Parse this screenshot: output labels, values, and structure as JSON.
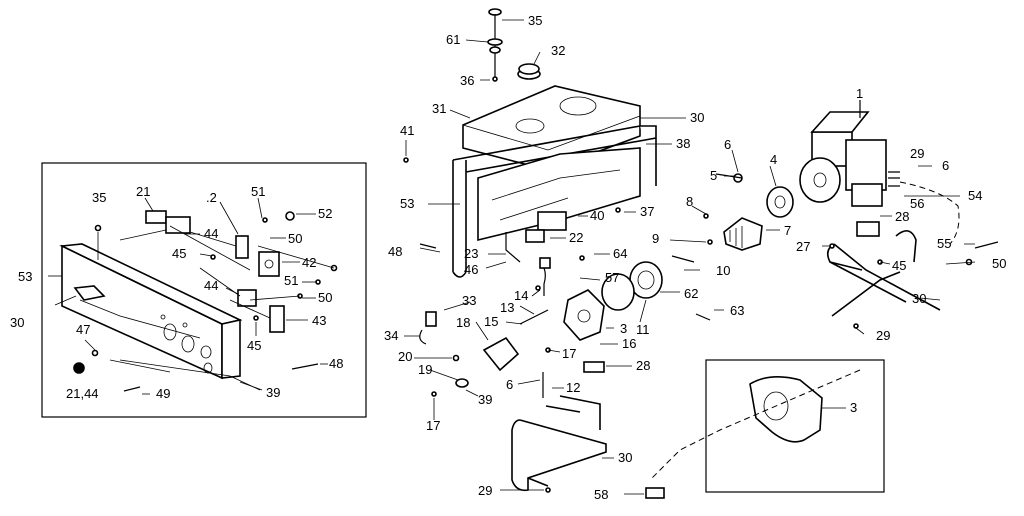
{
  "labels": [
    {
      "id": "35-top",
      "text": "35"
    },
    {
      "id": "61",
      "text": "61"
    },
    {
      "id": "32",
      "text": "32"
    },
    {
      "id": "36",
      "text": "36"
    },
    {
      "id": "31",
      "text": "31"
    },
    {
      "id": "30-top",
      "text": "30"
    },
    {
      "id": "41",
      "text": "41"
    },
    {
      "id": "38",
      "text": "38"
    },
    {
      "id": "6-a",
      "text": "6"
    },
    {
      "id": "4",
      "text": "4"
    },
    {
      "id": "1",
      "text": "1"
    },
    {
      "id": "29-top",
      "text": "29"
    },
    {
      "id": "6-b",
      "text": "6"
    },
    {
      "id": "5",
      "text": "5"
    },
    {
      "id": "53-mid",
      "text": "53"
    },
    {
      "id": "8",
      "text": "8"
    },
    {
      "id": "56",
      "text": "56"
    },
    {
      "id": "54",
      "text": "54"
    },
    {
      "id": "37",
      "text": "37"
    },
    {
      "id": "40",
      "text": "40"
    },
    {
      "id": "28-top",
      "text": "28"
    },
    {
      "id": "7",
      "text": "7"
    },
    {
      "id": "22",
      "text": "22"
    },
    {
      "id": "48-mid",
      "text": "48"
    },
    {
      "id": "23",
      "text": "23"
    },
    {
      "id": "9",
      "text": "9"
    },
    {
      "id": "64",
      "text": "64"
    },
    {
      "id": "27",
      "text": "27"
    },
    {
      "id": "55",
      "text": "55"
    },
    {
      "id": "46",
      "text": "46"
    },
    {
      "id": "45-right",
      "text": "45"
    },
    {
      "id": "50-right",
      "text": "50"
    },
    {
      "id": "10",
      "text": "10"
    },
    {
      "id": "57",
      "text": "57"
    },
    {
      "id": "14",
      "text": "14"
    },
    {
      "id": "62",
      "text": "62"
    },
    {
      "id": "30-right",
      "text": "30"
    },
    {
      "id": "33",
      "text": "33"
    },
    {
      "id": "13",
      "text": "13"
    },
    {
      "id": "63",
      "text": "63"
    },
    {
      "id": "11",
      "text": "11"
    },
    {
      "id": "15",
      "text": "15"
    },
    {
      "id": "3-mid",
      "text": "3"
    },
    {
      "id": "29-right",
      "text": "29"
    },
    {
      "id": "34",
      "text": "34"
    },
    {
      "id": "18",
      "text": "18"
    },
    {
      "id": "16",
      "text": "16"
    },
    {
      "id": "20",
      "text": "20"
    },
    {
      "id": "17-a",
      "text": "17"
    },
    {
      "id": "28-mid",
      "text": "28"
    },
    {
      "id": "19",
      "text": "19"
    },
    {
      "id": "6-c",
      "text": "6"
    },
    {
      "id": "12",
      "text": "12"
    },
    {
      "id": "39-mid",
      "text": "39"
    },
    {
      "id": "17-b",
      "text": "17"
    },
    {
      "id": "30-bottom",
      "text": "30"
    },
    {
      "id": "29-bottom",
      "text": "29"
    },
    {
      "id": "58",
      "text": "58"
    },
    {
      "id": "3-inset",
      "text": "3"
    },
    {
      "id": "21",
      "text": "21"
    },
    {
      "id": "35-left",
      "text": "35"
    },
    {
      "id": "2",
      "text": ".2"
    },
    {
      "id": "51-a",
      "text": "51"
    },
    {
      "id": "52",
      "text": "52"
    },
    {
      "id": "44-a",
      "text": "44"
    },
    {
      "id": "50-a",
      "text": "50"
    },
    {
      "id": "45-a",
      "text": "45"
    },
    {
      "id": "42",
      "text": "42"
    },
    {
      "id": "53-left",
      "text": "53"
    },
    {
      "id": "51-b",
      "text": "51"
    },
    {
      "id": "44-b",
      "text": "44"
    },
    {
      "id": "50-b",
      "text": "50"
    },
    {
      "id": "30-left",
      "text": "30"
    },
    {
      "id": "43",
      "text": "43"
    },
    {
      "id": "47",
      "text": "47"
    },
    {
      "id": "45-b",
      "text": "45"
    },
    {
      "id": "48-left",
      "text": "48"
    },
    {
      "id": "21-44",
      "text": "21,44"
    },
    {
      "id": "49",
      "text": "49"
    },
    {
      "id": "39-left",
      "text": "39"
    }
  ]
}
